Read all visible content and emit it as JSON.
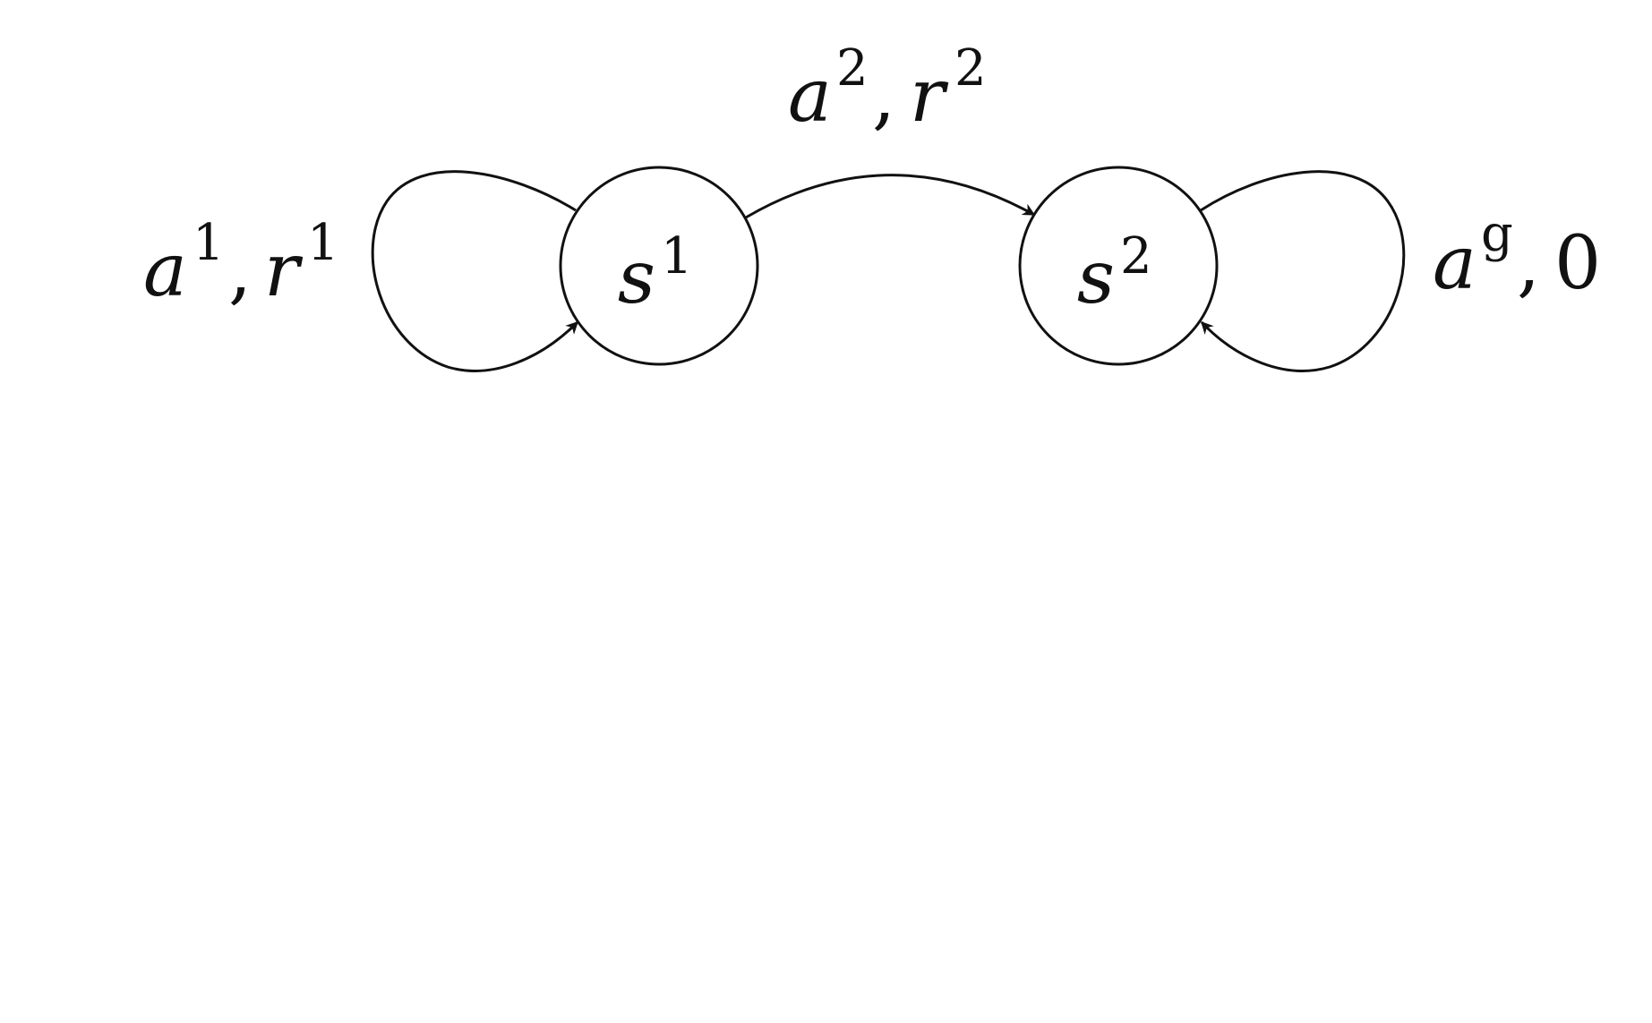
{
  "diagram": {
    "nodes": [
      {
        "id": "s1",
        "base": "s",
        "sup": "1"
      },
      {
        "id": "s2",
        "base": "s",
        "sup": "2"
      }
    ],
    "edges": [
      {
        "id": "loop-s1",
        "from": "s1",
        "to": "s1",
        "label": {
          "a_base": "a",
          "a_sup": "1",
          "sep": ",",
          "b_base": "r",
          "b_sup": "1"
        }
      },
      {
        "id": "s1-to-s2",
        "from": "s1",
        "to": "s2",
        "label": {
          "a_base": "a",
          "a_sup": "2",
          "sep": ",",
          "b_base": "r",
          "b_sup": "2"
        }
      },
      {
        "id": "loop-s2",
        "from": "s2",
        "to": "s2",
        "label": {
          "a_base": "a",
          "a_sup": "g",
          "sep": ",",
          "b_value": "0"
        }
      }
    ],
    "colors": {
      "stroke": "#111111",
      "background": "#ffffff"
    }
  }
}
